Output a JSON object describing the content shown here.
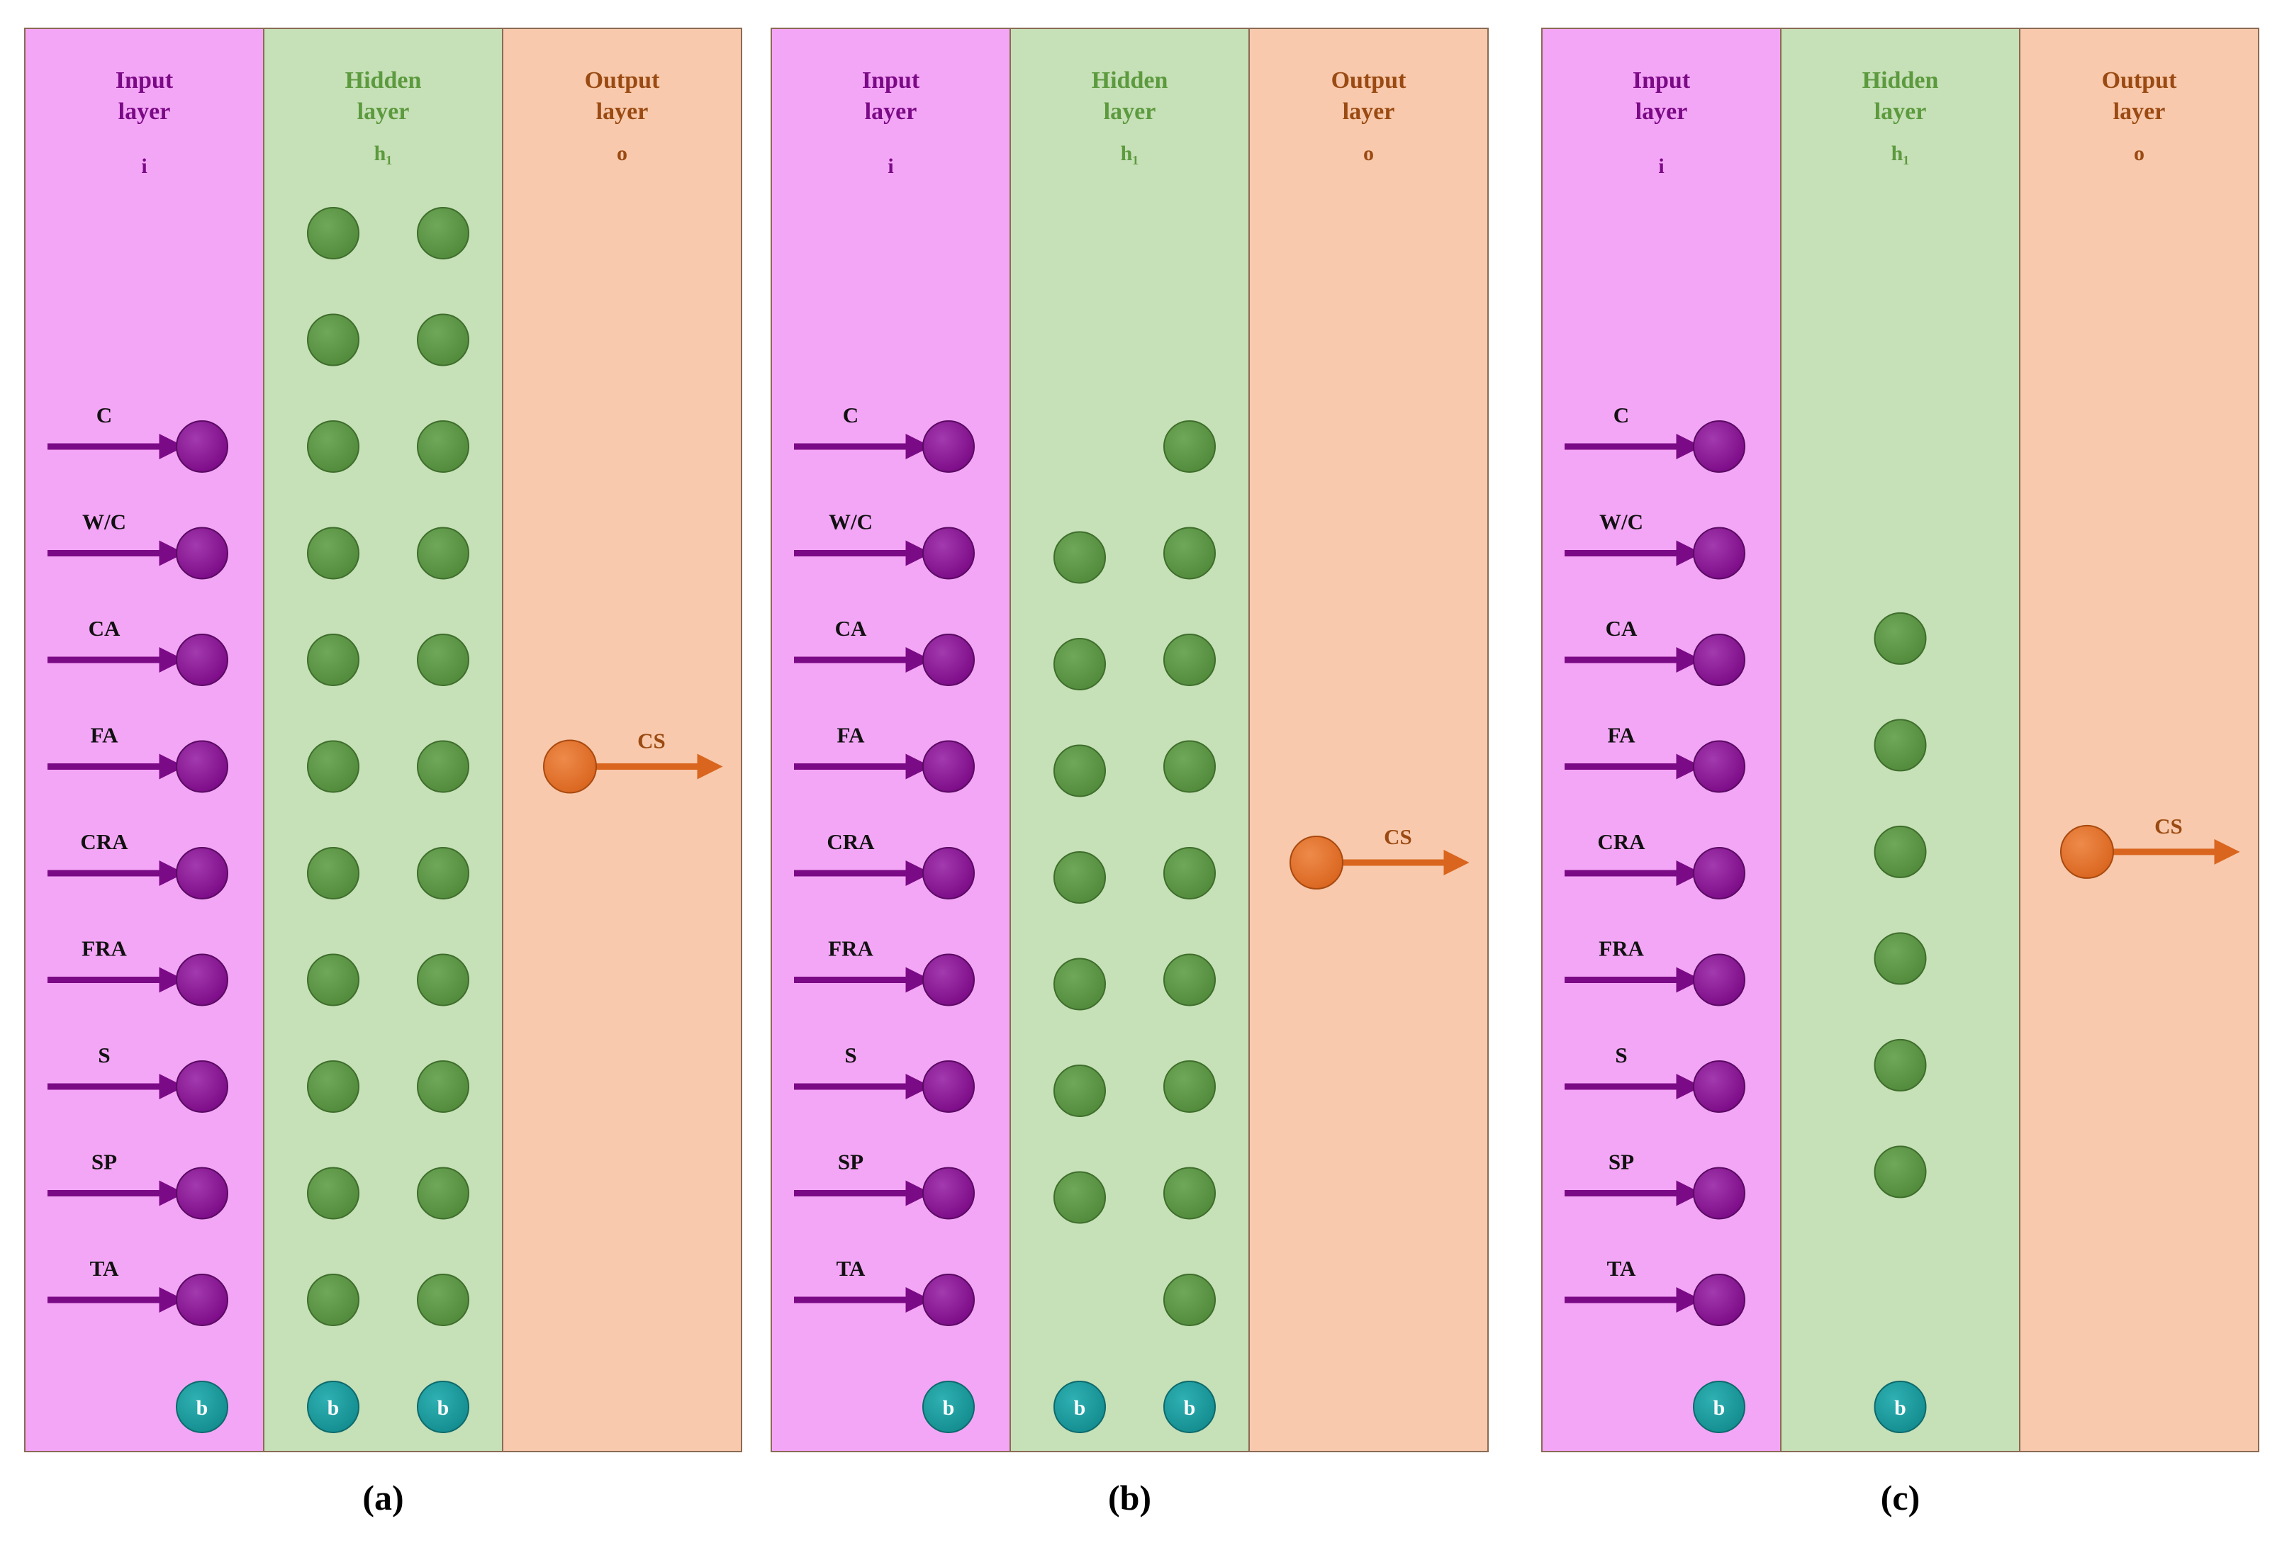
{
  "colors": {
    "input_bg": "#F4A6F6",
    "hidden_bg": "#C6E0B7",
    "output_bg": "#F8C9AC",
    "column_border": "#8A6B55",
    "input_node": "#7B0A86",
    "input_title": "#7B0A86",
    "hidden_node": "#528A3C",
    "hidden_title": "#5C9A3E",
    "output_node": "#D9651E",
    "output_title": "#9A4A12",
    "bias_node": "#138C8F",
    "bias_text": "#FFFFFF",
    "caption": "#000000",
    "var_label": "#111111"
  },
  "columns": {
    "input": {
      "title_line1": "Input",
      "title_line2": "layer",
      "symbol": "i"
    },
    "hidden": {
      "title_line1": "Hidden",
      "title_line2": "layer",
      "symbol": "h₁"
    },
    "output": {
      "title_line1": "Output",
      "title_line2": "layer",
      "symbol": "o"
    }
  },
  "inputs": [
    "C",
    "W/C",
    "CA",
    "FA",
    "CRA",
    "FRA",
    "S",
    "SP",
    "TA"
  ],
  "output_label": "CS",
  "bias_label": "b",
  "panels": [
    {
      "caption": "(a)",
      "hidden_columns": [
        {
          "node_rows": [
            -2,
            -1,
            0,
            1,
            2,
            3,
            4,
            5,
            6,
            7,
            8
          ]
        },
        {
          "node_rows": [
            -2,
            -1,
            0,
            1,
            2,
            3,
            4,
            5,
            6,
            7,
            8
          ]
        }
      ],
      "output_row": 3.0
    },
    {
      "caption": "(b)",
      "hidden_columns": [
        {
          "node_rows": [
            1,
            2,
            3,
            4,
            5,
            6,
            7
          ]
        },
        {
          "node_rows": [
            0,
            1,
            2,
            3,
            4,
            5,
            6,
            7,
            8
          ]
        }
      ],
      "output_row": 3.9
    },
    {
      "caption": "(c)",
      "hidden_columns": [
        {
          "node_rows": [
            1.8,
            2.8,
            3.8,
            4.8,
            5.8,
            6.8
          ]
        }
      ],
      "output_row": 3.8
    }
  ]
}
